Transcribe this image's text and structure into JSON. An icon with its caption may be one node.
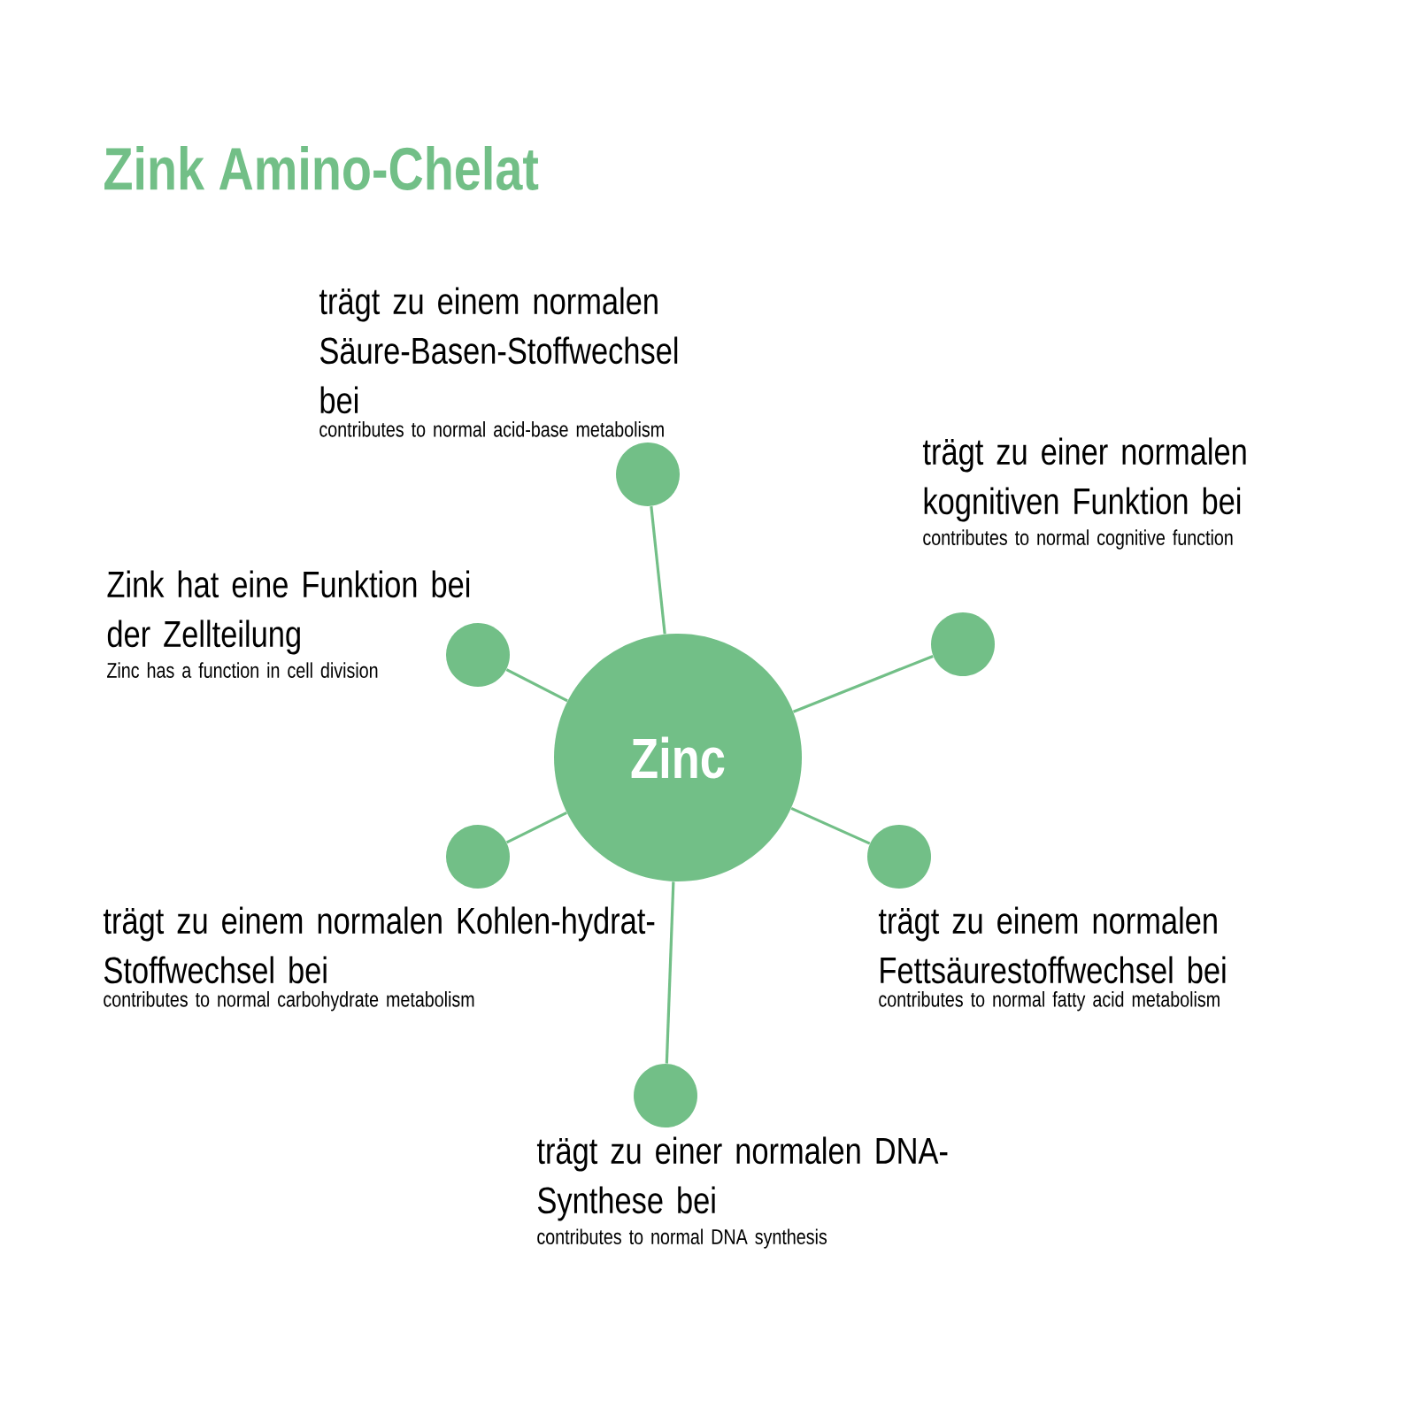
{
  "diagram": {
    "title": "Zink Amino-Chelat",
    "nodes": [
      {
        "text": [
          "Zinc"
        ]
      },
      {
        "text": [],
        "shape": "circle",
        "beside": [
          "trägt zu einem normalen Säure-Basen-Stoffwechsel bei",
          "contributes to normal acid-base metabolism"
        ]
      },
      {
        "text": [],
        "shape": "circle",
        "beside": [
          "trägt zu einer normalen kognitiven Funktion bei",
          "contributes to normal cognitive function"
        ]
      },
      {
        "text": [],
        "shape": "circle",
        "beside": [
          "Zink hat eine Funktion bei der Zellteilung",
          "Zinc has a function in cell division"
        ]
      },
      {
        "text": [],
        "shape": "circle",
        "beside": [
          "trägt zu einem normalen Kohlen-hydrat-Stoffwechsel bei",
          "contributes to normal carbohydrate metabolism"
        ]
      },
      {
        "text": [],
        "shape": "circle",
        "beside": [
          "trägt zu einem normalen Fettsäurestoffwechsel bei",
          "contributes to normal fatty acid metabolism"
        ]
      },
      {
        "text": [],
        "shape": "circle",
        "beside": [
          "trägt zu einer normalen DNA-Synthese bei",
          "contributes to normal DNA synthesis"
        ]
      }
    ],
    "edges": [
      {
        "from": 0,
        "to": 1,
        "arrow": "none"
      },
      {
        "from": 0,
        "to": 2,
        "arrow": "none"
      },
      {
        "from": 0,
        "to": 3,
        "arrow": "none"
      },
      {
        "from": 0,
        "to": 4,
        "arrow": "none"
      },
      {
        "from": 0,
        "to": 5,
        "arrow": "none"
      },
      {
        "from": 0,
        "to": 6,
        "arrow": "none"
      }
    ]
  }
}
